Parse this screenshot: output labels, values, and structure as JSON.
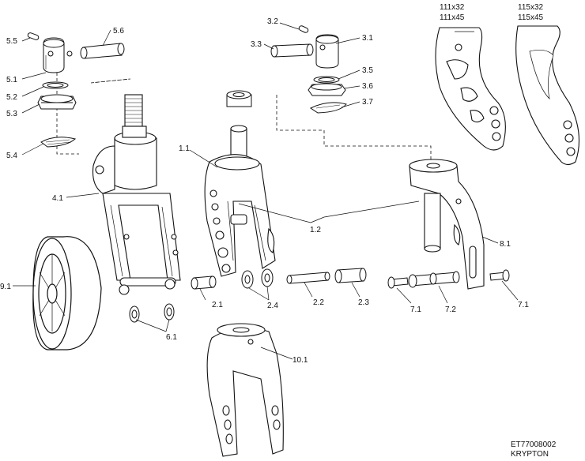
{
  "diagram": {
    "callouts": {
      "c5_5": "5.5",
      "c5_6": "5.6",
      "c5_1": "5.1",
      "c5_2": "5.2",
      "c5_3": "5.3",
      "c5_4": "5.4",
      "c4_1": "4.1",
      "c9_1": "9.1",
      "c2_1": "2.1",
      "c6_1": "6.1",
      "c3_2": "3.2",
      "c3_1": "3.1",
      "c3_3": "3.3",
      "c3_5": "3.5",
      "c3_6": "3.6",
      "c3_7": "3.7",
      "c1_1": "1.1",
      "c1_2": "1.2",
      "c2_4": "2.4",
      "c2_2": "2.2",
      "c2_3": "2.3",
      "c7_1a": "7.1",
      "c7_2": "7.2",
      "c7_1b": "7.1",
      "c8_1": "8.1",
      "c10_1": "10.1"
    },
    "size_labels": {
      "left_line1": "111x32",
      "left_line2": "111x45",
      "right_line1": "115x32",
      "right_line2": "115x45"
    },
    "footer": {
      "code": "ET77008002",
      "model": "KRYPTON"
    }
  }
}
